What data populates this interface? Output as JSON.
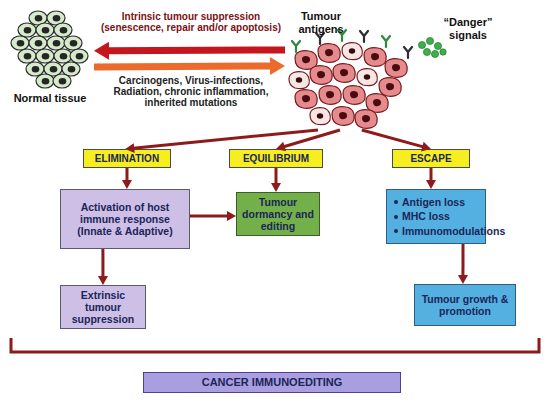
{
  "diagram": {
    "nodes": [
      {
        "text": [
          "Normal tissue"
        ]
      },
      {
        "text": [
          "Tumour antigens",
          "“Danger” signals"
        ]
      },
      {
        "text": [
          "ELIMINATION"
        ]
      },
      {
        "text": [
          "EQUILIBRIUM"
        ]
      },
      {
        "text": [
          "ESCAPE"
        ]
      },
      {
        "text": [
          "Activation of host immune response (Innate & Adaptive)"
        ]
      },
      {
        "text": [
          "Tumour dormancy and editing"
        ]
      },
      {
        "text": [
          "Antigen loss",
          "MHC loss",
          "Immunomodulations"
        ]
      },
      {
        "text": [
          "Extrinsic tumour suppression"
        ]
      },
      {
        "text": [
          "Tumour growth & promotion"
        ]
      },
      {
        "text": [
          "CANCER IMMUNOEDITING"
        ]
      }
    ],
    "edges": [
      {
        "from": 1,
        "to": 0,
        "arrow": "to",
        "label": "Intrinsic tumour suppression (senescence, repair and/or apoptosis)"
      },
      {
        "from": 0,
        "to": 1,
        "arrow": "to",
        "label": "Carcinogens, Virus-infections, Radiation, chronic inflammation, inherited mutations"
      },
      {
        "from": 1,
        "to": 2,
        "arrow": "to"
      },
      {
        "from": 1,
        "to": 3,
        "arrow": "to"
      },
      {
        "from": 1,
        "to": 4,
        "arrow": "to"
      },
      {
        "from": 2,
        "to": 5,
        "arrow": "to"
      },
      {
        "from": 3,
        "to": 6,
        "arrow": "to"
      },
      {
        "from": 4,
        "to": 7,
        "arrow": "to"
      },
      {
        "from": 5,
        "to": 6,
        "arrow": "to"
      },
      {
        "from": 5,
        "to": 8,
        "arrow": "to"
      },
      {
        "from": 7,
        "to": 9,
        "arrow": "to"
      }
    ]
  }
}
